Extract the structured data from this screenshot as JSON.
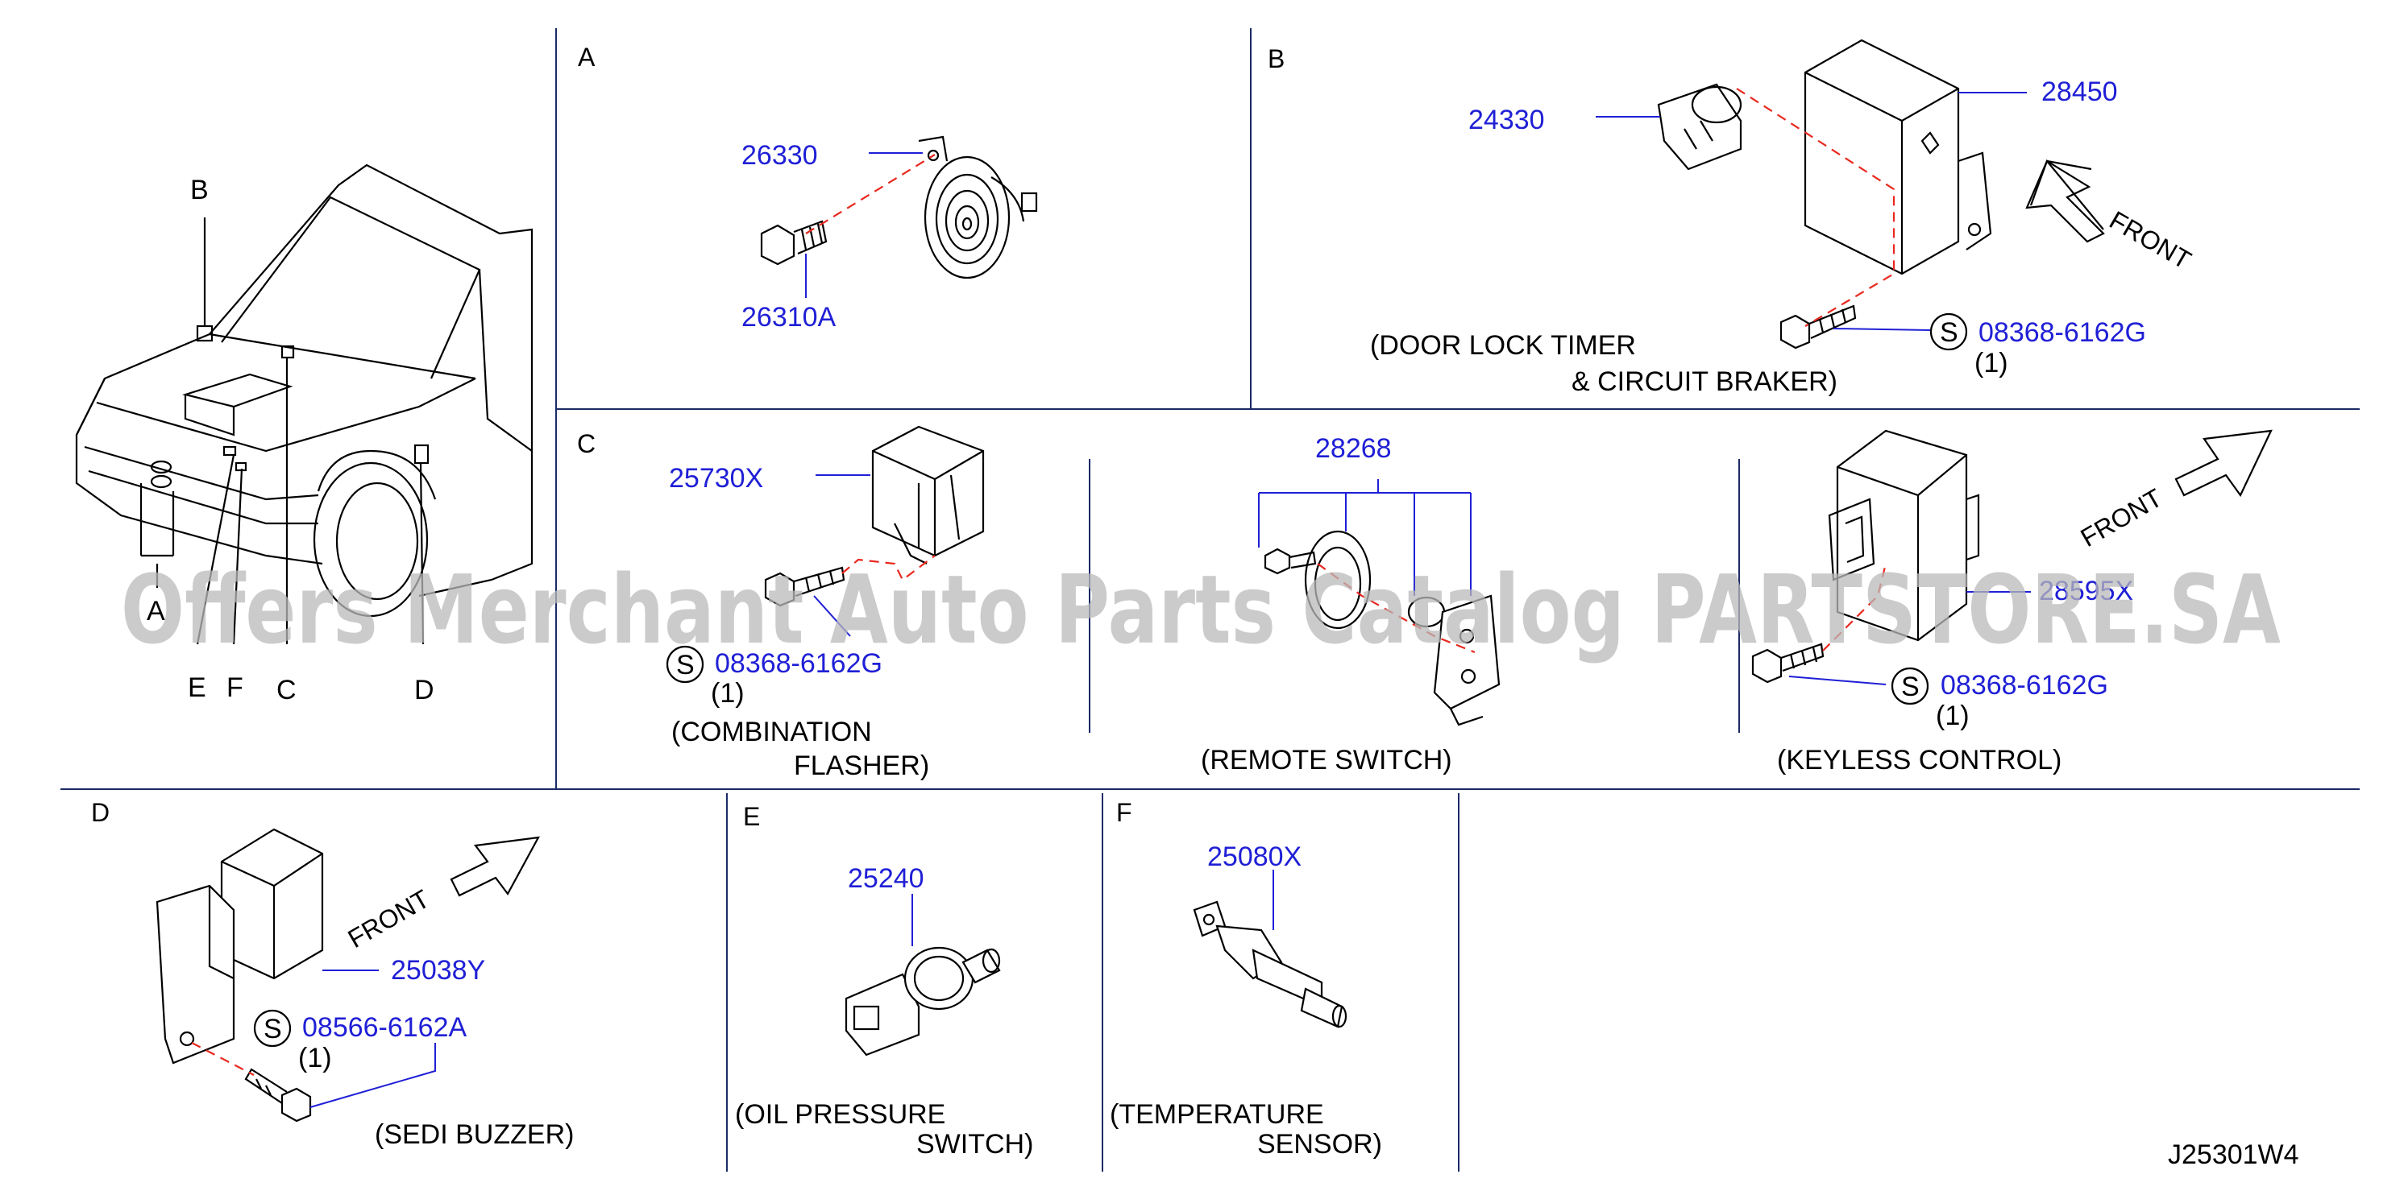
{
  "sections": {
    "A": "A",
    "B": "B",
    "C": "C",
    "D": "D",
    "E": "E",
    "F": "F"
  },
  "vehicle_labels": {
    "A": "A",
    "B": "B",
    "C": "C",
    "D": "D",
    "E": "E",
    "F": "F"
  },
  "section_a": {
    "part_horn": "26330",
    "part_bolt": "26310A"
  },
  "section_b": {
    "part_relay": "24330",
    "part_unit": "28450",
    "part_screw": "08368-6162G",
    "qty": "(1)",
    "symbol": "S",
    "title_line1": "(DOOR   LOCK   TIMER",
    "title_line2": "&   CIRCUIT   BRAKER)",
    "front": "FRONT"
  },
  "section_c": {
    "part_flasher": "25730X",
    "part_screw": "08368-6162G",
    "qty": "(1)",
    "symbol": "S",
    "title_line1": "(COMBINATION",
    "title_line2": "FLASHER)",
    "part_remote": "28268",
    "remote_title": "(REMOTE   SWITCH)",
    "part_keyless": "28595X",
    "keyless_screw": "08368-6162G",
    "keyless_qty": "(1)",
    "keyless_title": "(KEYLESS   CONTROL)",
    "front": "FRONT"
  },
  "section_d": {
    "part_buzzer": "25038Y",
    "part_screw": "08566-6162A",
    "qty": "(1)",
    "symbol": "S",
    "title": "(SEDI   BUZZER)",
    "front": "FRONT"
  },
  "section_e": {
    "part_switch": "25240",
    "title_line1": "(OIL   PRESSURE",
    "title_line2": "SWITCH)"
  },
  "section_f": {
    "part_sensor": "25080X",
    "title_line1": "(TEMPERATURE",
    "title_line2": "SENSOR)"
  },
  "diagram_code": "J25301W4",
  "watermark": "Offers Merchant Auto Parts Catalog PARTSTORE.SA"
}
